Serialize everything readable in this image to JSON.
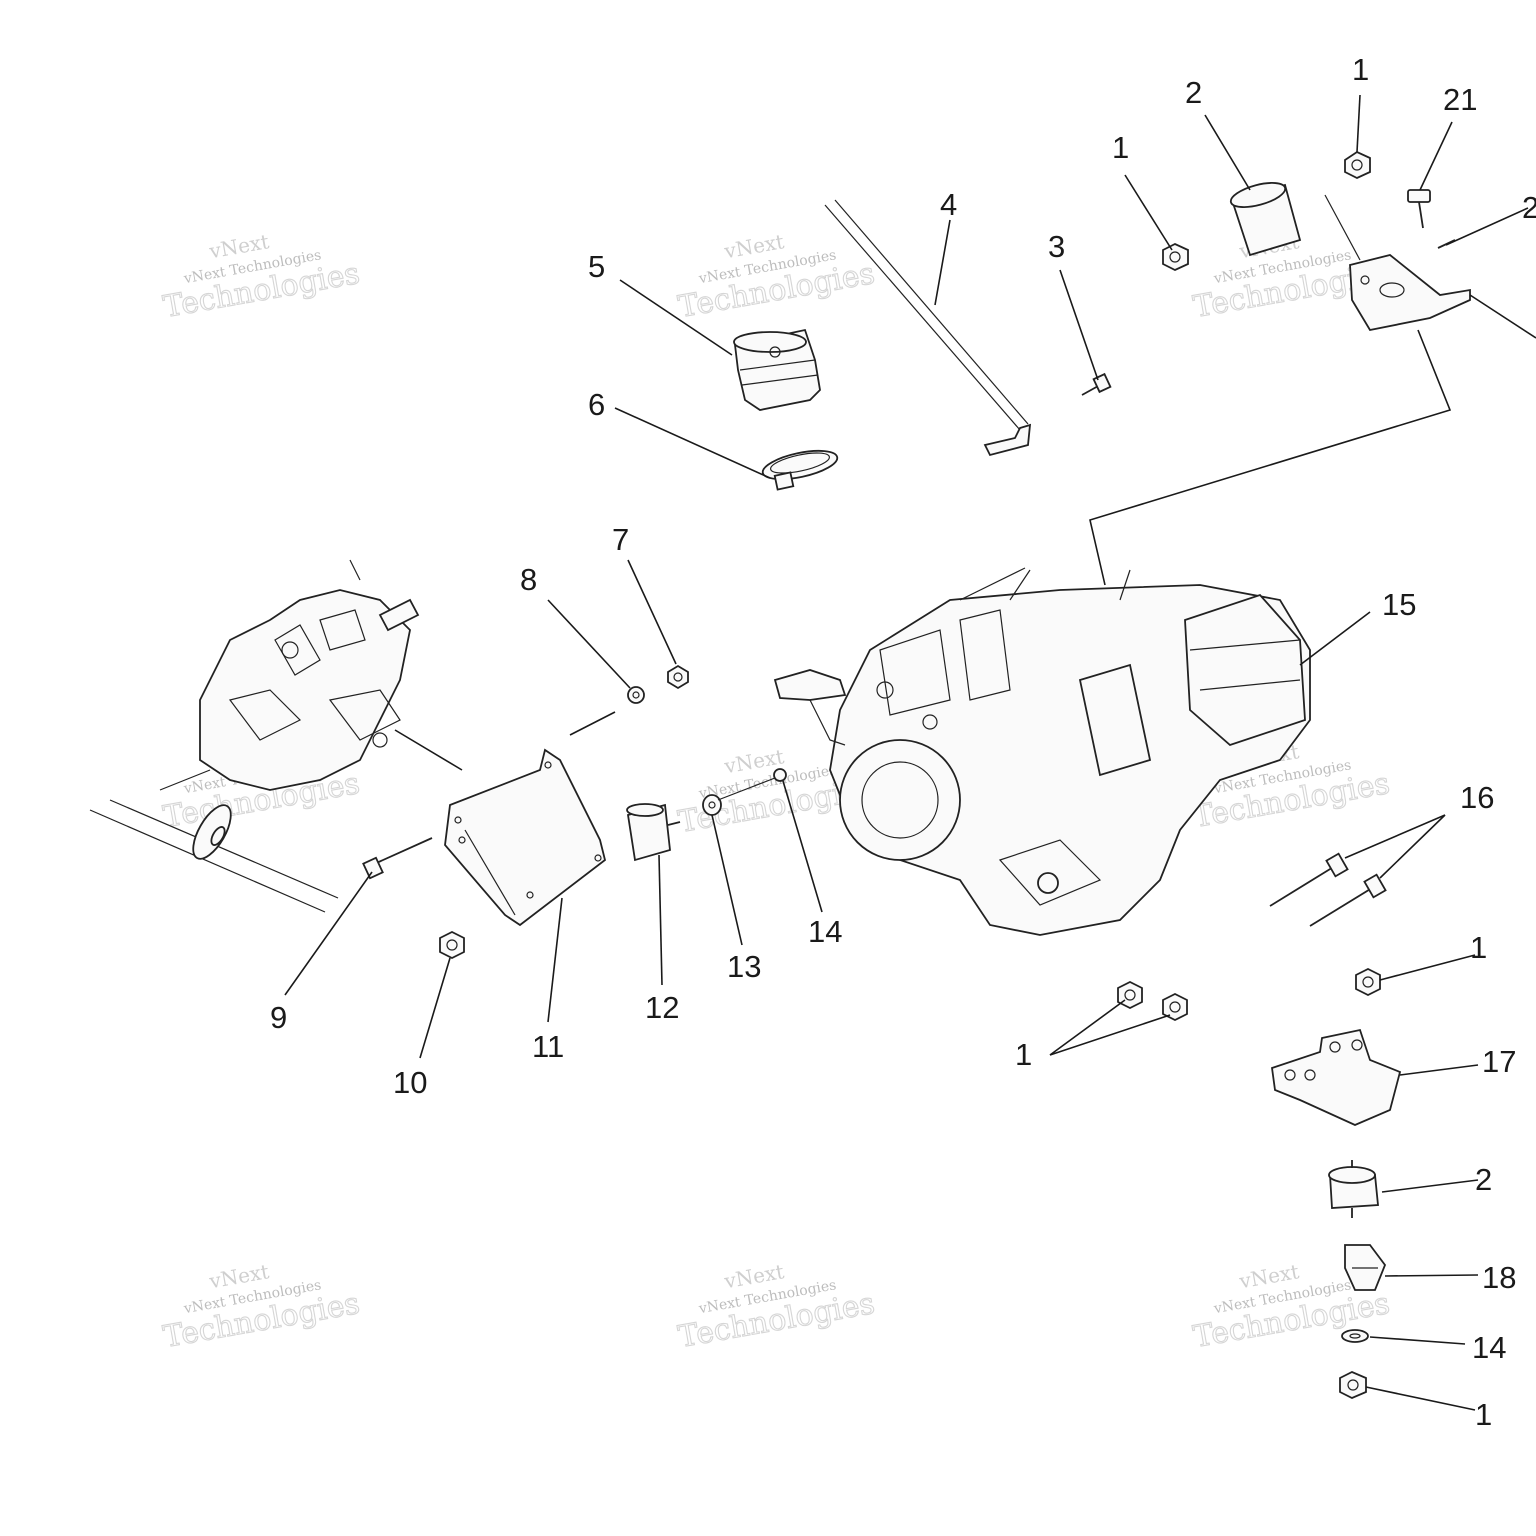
{
  "watermark": {
    "line1": "vNext",
    "line2": "vNext Technologies",
    "line3": "Technologies"
  },
  "callouts": [
    {
      "id": "c1a",
      "label": "1"
    },
    {
      "id": "c1b",
      "label": "1"
    },
    {
      "id": "c1c",
      "label": "1"
    },
    {
      "id": "c1d",
      "label": "1"
    },
    {
      "id": "c1e",
      "label": "1"
    },
    {
      "id": "c2a",
      "label": "2"
    },
    {
      "id": "c2b",
      "label": "2"
    },
    {
      "id": "c2c",
      "label": "2"
    },
    {
      "id": "c3",
      "label": "3"
    },
    {
      "id": "c4",
      "label": "4"
    },
    {
      "id": "c5",
      "label": "5"
    },
    {
      "id": "c6",
      "label": "6"
    },
    {
      "id": "c7",
      "label": "7"
    },
    {
      "id": "c8",
      "label": "8"
    },
    {
      "id": "c9",
      "label": "9"
    },
    {
      "id": "c10",
      "label": "10"
    },
    {
      "id": "c11",
      "label": "11"
    },
    {
      "id": "c12",
      "label": "12"
    },
    {
      "id": "c13",
      "label": "13"
    },
    {
      "id": "c14a",
      "label": "14"
    },
    {
      "id": "c14b",
      "label": "14"
    },
    {
      "id": "c15",
      "label": "15"
    },
    {
      "id": "c16",
      "label": "16"
    },
    {
      "id": "c17",
      "label": "17"
    },
    {
      "id": "c18",
      "label": "18"
    },
    {
      "id": "c21",
      "label": "21"
    }
  ]
}
